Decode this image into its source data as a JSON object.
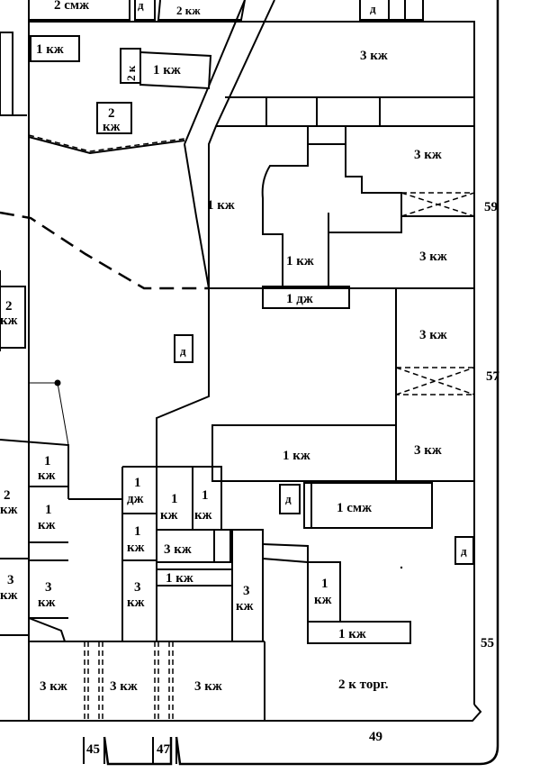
{
  "labels": {
    "b_top_2smzh": "2 смж",
    "b_top_d1": "д",
    "b_top_2kzh": "2 кж",
    "b_top_d2": "д",
    "b_1kzh_nw": "1 кж",
    "b_2k": "2 к",
    "b_1kzh_n": "1 кж",
    "b_3kzh_ne": "3 кж",
    "b_2kzh_small_num": "2",
    "b_2kzh_small_txt": "кж",
    "b_3kzh_e1": "3 кж",
    "b_1kzh_c": "1 кж",
    "b_1kzh_c2": "1 кж",
    "b_3kzh_e2": "3 кж",
    "b_1dzh_c": "1 дж",
    "b_2kzh_w_num": "2",
    "b_2kzh_w_txt": "кж",
    "b_d_c": "д",
    "b_3kzh_e3": "3 кж",
    "b_1kzh_w2_num": "1",
    "b_1kzh_w2_txt": "кж",
    "b_1kzh_big": "1 кж",
    "b_3kzh_e4": "3 кж",
    "b_2kzh_w3_num": "2",
    "b_2kzh_w3_txt": "кж",
    "b_1kzh_w3_num": "1",
    "b_1kzh_w3_txt": "кж",
    "b_1dzh_s_num": "1",
    "b_1dzh_s_txt": "дж",
    "b_1kzh_s1_num": "1",
    "b_1kzh_s1_txt": "кж",
    "b_1kzh_s2_num": "1",
    "b_1kzh_s2_txt": "кж",
    "b_d_s": "д",
    "b_1smzh": "1 смж",
    "b_1kzh_s3_num": "1",
    "b_1kzh_s3_txt": "кж",
    "b_3kzh_s": "3 кж",
    "b_d_e": "д",
    "b_3kzh_w4_num": "3",
    "b_3kzh_w4_txt": "кж",
    "b_3kzh_w5_num": "3",
    "b_3kzh_w5_txt": "кж",
    "b_3kzh_s2_num": "3",
    "b_3kzh_s2_txt": "кж",
    "b_1kzh_s4": "1 кж",
    "b_3kzh_s3_num": "3",
    "b_3kzh_s3_txt": "кж",
    "b_1kzh_s5_num": "1",
    "b_1kzh_s5_txt": "кж",
    "b_1kzh_s6": "1 кж",
    "b_3kzh_b1": "3 кж",
    "b_3kzh_b2": "3 кж",
    "b_3kzh_b3": "3 кж",
    "b_2ktorg": "2 к торг."
  },
  "house_numbers": {
    "n59": "59",
    "n57": "57",
    "n55": "55",
    "n49": "49",
    "n45": "45",
    "n47": "47"
  }
}
